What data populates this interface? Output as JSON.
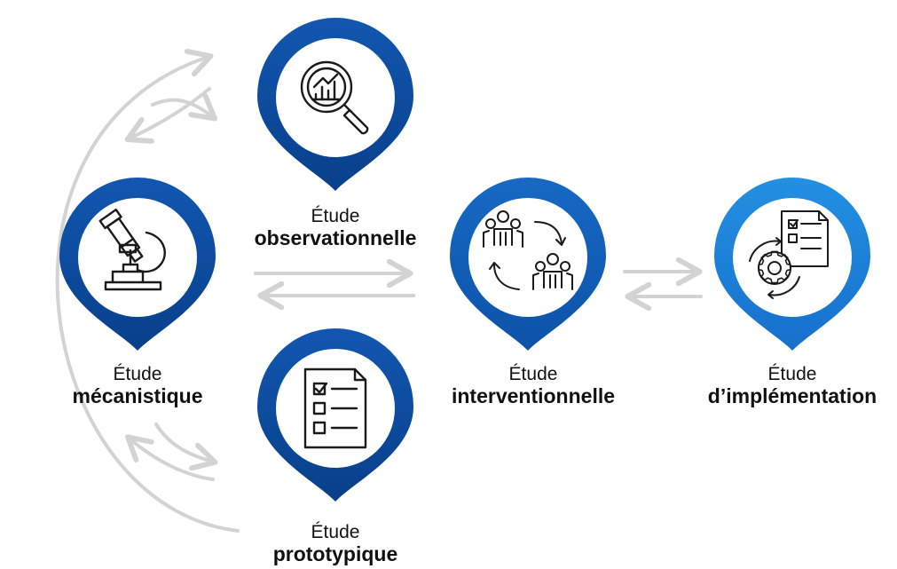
{
  "colors": {
    "pin_dark": "#0a4a9c",
    "pin_mid": "#1565c0",
    "pin_light": "#1e88e5",
    "arrow": "#d3d3d3",
    "icon_stroke": "#1a1a1a"
  },
  "nodes": {
    "mecanistique": {
      "prefix": "Étude",
      "name": "mécanistique",
      "icon": "microscope-icon"
    },
    "observationnelle": {
      "prefix": "Étude",
      "name": "observationnelle",
      "icon": "magnifier-chart-icon"
    },
    "prototypique": {
      "prefix": "Étude",
      "name": "prototypique",
      "icon": "checklist-icon"
    },
    "interventionnelle": {
      "prefix": "Étude",
      "name": "interventionnelle",
      "icon": "group-cycle-icon"
    },
    "implementation": {
      "prefix": "Étude",
      "name": "d’implémentation",
      "icon": "document-gear-icon"
    }
  }
}
